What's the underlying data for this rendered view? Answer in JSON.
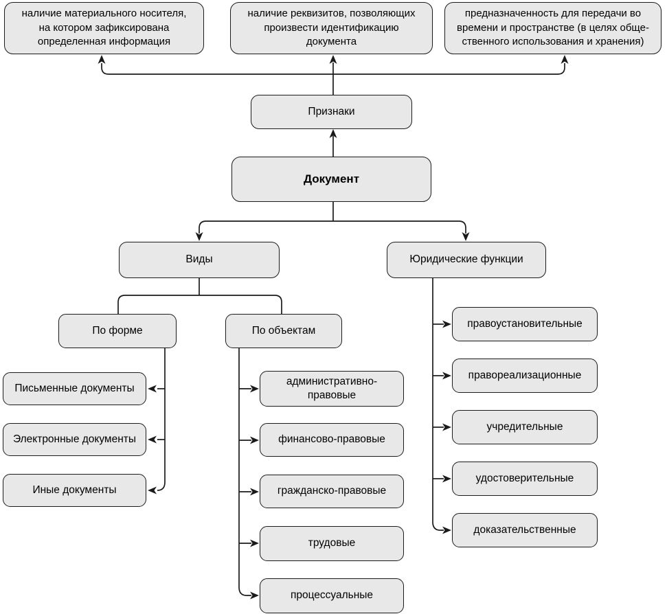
{
  "colors": {
    "box_fill": "#e8e8e8",
    "box_border": "#1a1a1a",
    "connector": "#1a1a1a",
    "text": "#000000",
    "background": "#ffffff"
  },
  "nodes": {
    "feature_material": {
      "label": "наличие материального носителя,\nна котором зафиксирована\nопределенная информация"
    },
    "feature_rekvizity": {
      "label": "наличие реквизитов, позволяющих\nпроизвести идентификацию\nдокумента"
    },
    "feature_prednaznachennost": {
      "label": "предназначенность для передачи во\nвремени и пространстве (в целях обще-\nственного использования и хранения)"
    },
    "priznaki": {
      "label": "Признаки"
    },
    "dokument": {
      "label": "Документ"
    },
    "vidy": {
      "label": "Виды"
    },
    "yur_funkcii": {
      "label": "Юридические функции"
    },
    "po_forme": {
      "label": "По форме"
    },
    "po_obektam": {
      "label": "По объектам"
    },
    "pismennye": {
      "label": "Письменные документы"
    },
    "elektronnye": {
      "label": "Электронные документы"
    },
    "inye": {
      "label": "Иные документы"
    },
    "admin_pravovye": {
      "label": "административно-\nправовые"
    },
    "finansovo_pravovye": {
      "label": "финансово-правовые"
    },
    "grazhdansko_pravovye": {
      "label": "гражданско-правовые"
    },
    "trudovye": {
      "label": "трудовые"
    },
    "processualnye": {
      "label": "процессуальные"
    },
    "pravoustanovitelnye": {
      "label": "правоустановительные"
    },
    "pravorealizacionnye": {
      "label": "правореализационные"
    },
    "uchreditelnye": {
      "label": "учредительные"
    },
    "udostoveritelnye": {
      "label": "удостоверительные"
    },
    "dokazatelstvennye": {
      "label": "доказательственные"
    }
  }
}
